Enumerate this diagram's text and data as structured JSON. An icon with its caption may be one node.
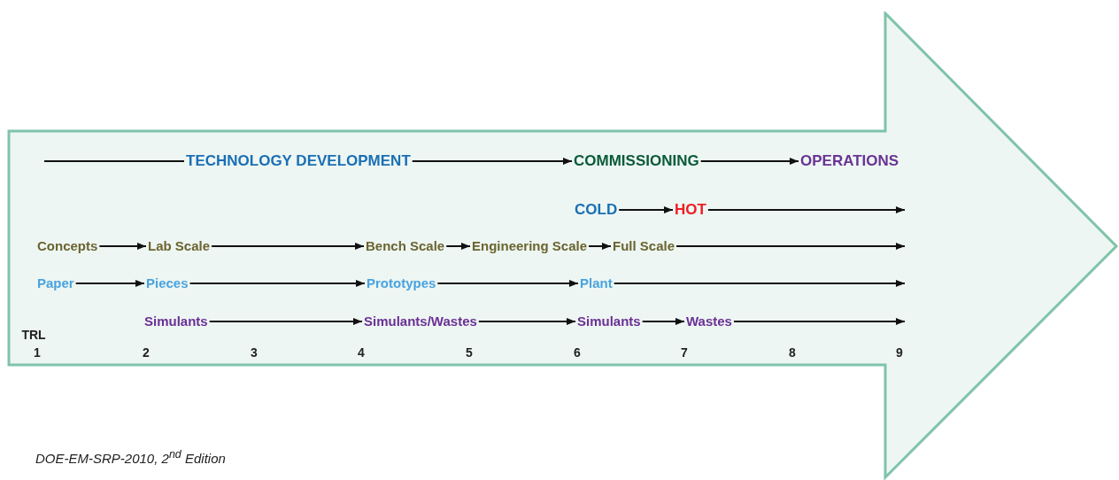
{
  "diagram": {
    "caption": "DOE-EM-SRP-2010, 2$^{nd}$ Edition",
    "nodes": [
      {
        "text": [],
        "shape": "arrow"
      },
      {
        "text": [
          "TECHNOLOGY DEVELOPMENT"
        ],
        "in": 0
      },
      {
        "text": [
          "COMMISSIONING"
        ],
        "in": 0
      },
      {
        "text": [
          "OPERATIONS"
        ],
        "in": 0
      },
      {
        "text": [
          "COLD"
        ],
        "in": 0
      },
      {
        "text": [
          "HOT"
        ],
        "in": 0
      },
      {
        "text": [
          "Concepts"
        ],
        "in": 0
      },
      {
        "text": [
          "Lab Scale"
        ],
        "in": 0
      },
      {
        "text": [
          "Bench Scale"
        ],
        "in": 0
      },
      {
        "text": [
          "Engineering Scale"
        ],
        "in": 0
      },
      {
        "text": [
          "Full Scale"
        ],
        "in": 0
      },
      {
        "text": [
          "Paper"
        ],
        "in": 0
      },
      {
        "text": [
          "Pieces"
        ],
        "in": 0
      },
      {
        "text": [
          "Prototypes"
        ],
        "in": 0
      },
      {
        "text": [
          "Plant"
        ],
        "in": 0
      },
      {
        "text": [
          "Simulants"
        ],
        "in": 0
      },
      {
        "text": [
          "Simulants/Wastes"
        ],
        "in": 0
      },
      {
        "text": [
          "Simulants"
        ],
        "in": 0
      },
      {
        "text": [
          "Wastes"
        ],
        "in": 0
      }
    ],
    "edges": [
      {
        "from": null,
        "to": 1,
        "arrow": "none"
      },
      {
        "from": 1,
        "to": 2,
        "arrow": "to"
      },
      {
        "from": 2,
        "to": 3,
        "arrow": "to"
      },
      {
        "from": 4,
        "to": 5,
        "arrow": "to"
      },
      {
        "from": 5,
        "to": null,
        "arrow": "to"
      },
      {
        "from": 6,
        "to": 7,
        "arrow": "to"
      },
      {
        "from": 7,
        "to": 8,
        "arrow": "to"
      },
      {
        "from": 8,
        "to": 9,
        "arrow": "to"
      },
      {
        "from": 9,
        "to": 10,
        "arrow": "to"
      },
      {
        "from": 10,
        "to": null,
        "arrow": "to"
      },
      {
        "from": 11,
        "to": 12,
        "arrow": "to"
      },
      {
        "from": 12,
        "to": 13,
        "arrow": "to"
      },
      {
        "from": 13,
        "to": 14,
        "arrow": "to"
      },
      {
        "from": 14,
        "to": null,
        "arrow": "to"
      },
      {
        "from": 15,
        "to": 16,
        "arrow": "to"
      },
      {
        "from": 16,
        "to": 17,
        "arrow": "to"
      },
      {
        "from": 17,
        "to": 18,
        "arrow": "to"
      },
      {
        "from": 18,
        "to": null,
        "arrow": "to"
      }
    ],
    "labels": [
      "TRL",
      "1",
      "2",
      "3",
      "4",
      "5",
      "6",
      "7",
      "8",
      "9"
    ]
  }
}
